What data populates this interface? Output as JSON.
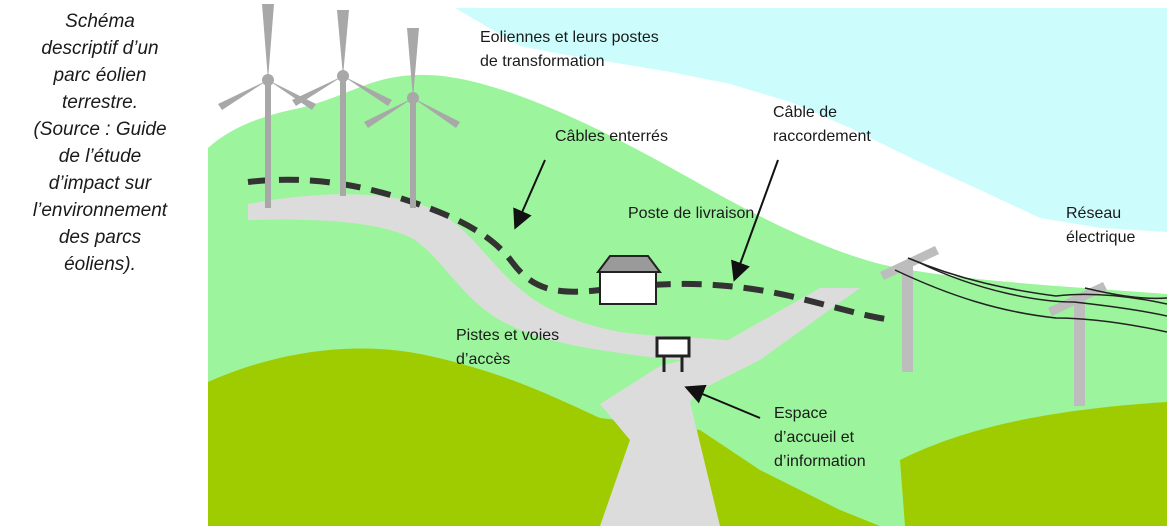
{
  "caption_lines": [
    "Schéma",
    "descriptif d’un",
    "parc éolien",
    "terrestre.",
    "(Source : Guide",
    "de l’étude",
    "d’impact sur",
    "l’environnement",
    "des parcs",
    "éoliens)."
  ],
  "labels": {
    "eoliennes_1": "Eoliennes et leurs postes",
    "eoliennes_2": "de transformation",
    "cables_enterres": "Câbles enterrés",
    "cable_raccordement_1": "Câble de",
    "cable_raccordement_2": "raccordement",
    "poste_livraison": "Poste de livraison",
    "reseau_1": "Réseau",
    "reseau_2": "électrique",
    "pistes_1": "Pistes et voies",
    "pistes_2": "d’accès",
    "espace_1": "Espace",
    "espace_2": "d’accueil et",
    "espace_3": "d’information"
  },
  "colors": {
    "sky": "#ccfcfc",
    "light_green": "#9cf59c",
    "dark_green": "#9fcc00",
    "road": "#dcdcdc",
    "cable": "#333333",
    "pylon": "#bdbdbd",
    "turbine": "#a8a8a8"
  }
}
